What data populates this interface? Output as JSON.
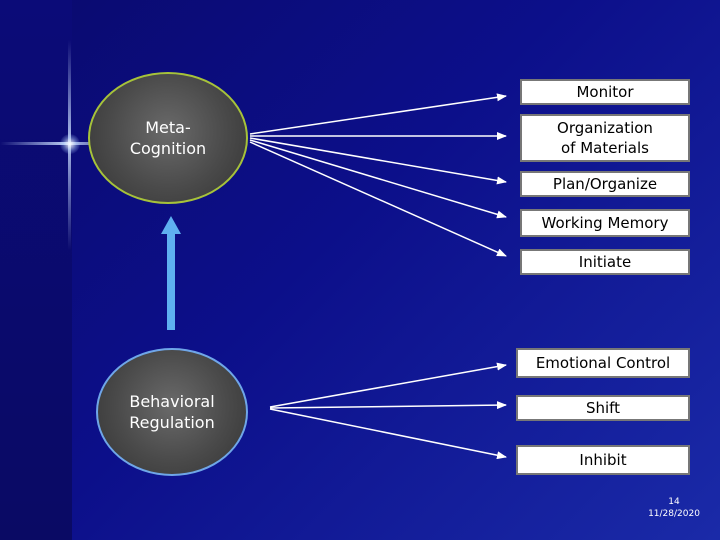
{
  "diagram": {
    "top_node": "Meta-\nCognition",
    "bottom_node": "Behavioral\nRegulation",
    "top_items": [
      "Monitor",
      "Organization\nof Materials",
      "Plan/Organize",
      "Working Memory",
      "Initiate"
    ],
    "bottom_items": [
      "Emotional Control",
      "Shift",
      "Inhibit"
    ]
  },
  "footer": {
    "page_number": "14",
    "date": "11/28/2020"
  },
  "colors": {
    "background": "#0c0f8a",
    "node_fill": "#4a4a4a",
    "meta_border": "#a6c23a",
    "behavioral_border": "#6fa6e8",
    "up_arrow": "#5fb0f0",
    "box_fill": "#ffffff"
  }
}
